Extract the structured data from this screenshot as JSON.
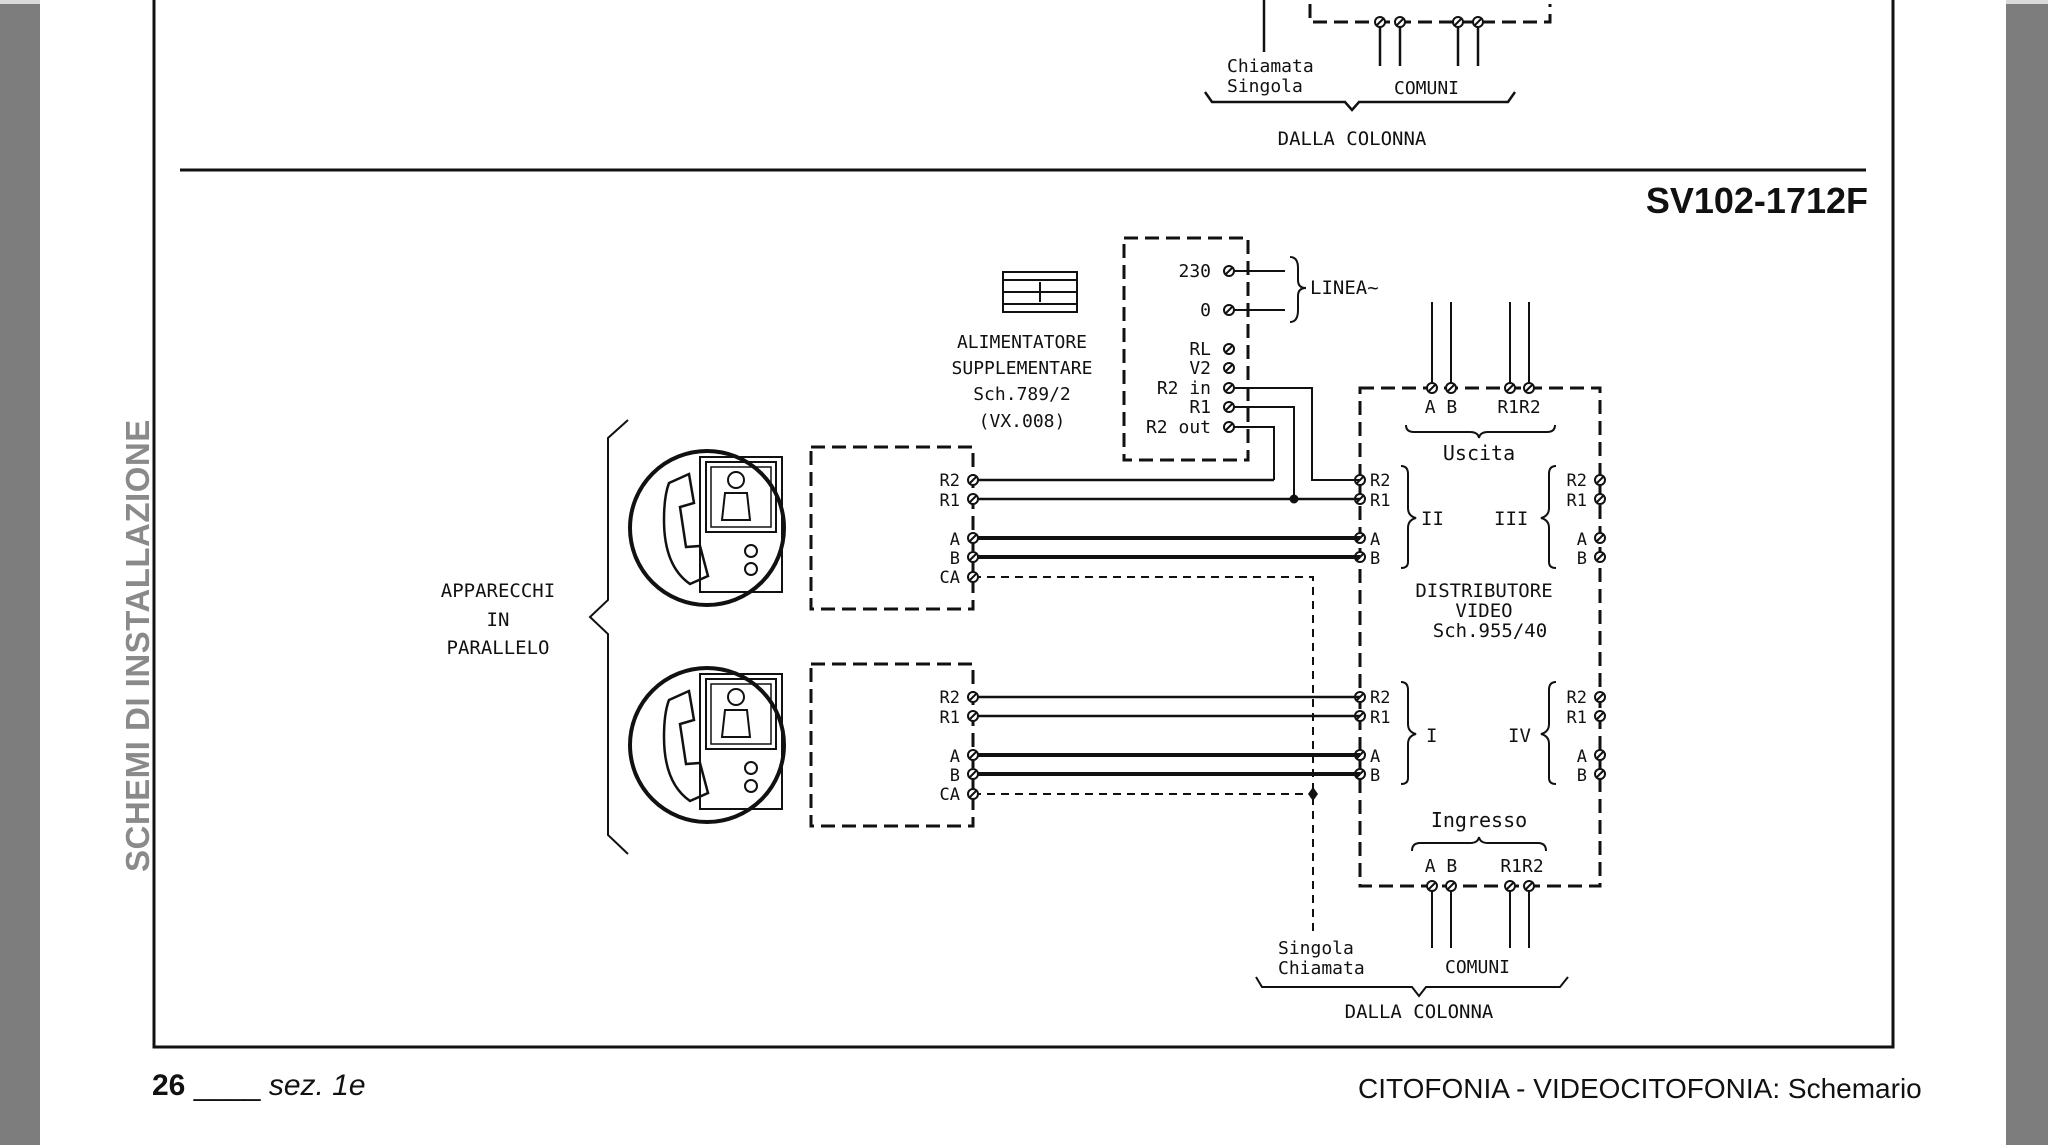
{
  "top_fragment": {
    "labels": [
      "Chiamata",
      "Singola",
      "COMUNI",
      "DALLA COLONNA"
    ]
  },
  "schema_code": "SV102-1712F",
  "supply": {
    "terminals": [
      "230",
      "0",
      "RL",
      "V2",
      "R2 in",
      "R1",
      "R2 out"
    ],
    "linea_label": "LINEA~",
    "caption": [
      "ALIMENTATORE",
      "SUPPLEMENTARE",
      "Sch.789/2",
      "(VX.008)"
    ]
  },
  "distributor": {
    "top_label": "Uscita",
    "bottom_label": "Ingresso",
    "caption": [
      "DISTRIBUTORE",
      "VIDEO",
      "Sch.955/40"
    ],
    "ports": [
      "I",
      "II",
      "III",
      "IV"
    ],
    "terminal_left": [
      "R2",
      "R1",
      "A",
      "B"
    ],
    "top_terminals": [
      "A",
      "B",
      "R1",
      "R2"
    ]
  },
  "devices": {
    "group_label": [
      "APPARECCHI",
      "IN",
      "PARALLELO"
    ],
    "terminals": [
      "R2",
      "R1",
      "A",
      "B",
      "CA"
    ]
  },
  "bottom": {
    "singola_chiamata": [
      "Singola",
      "Chiamata"
    ],
    "comuni": "COMUNI",
    "dalla_colonna": "DALLA COLONNA"
  },
  "side_label": "SCHEMI DI INSTALLAZIONE",
  "footer": {
    "page_number": "26",
    "section": "sez. 1e",
    "title": "CITOFONIA - VIDEOCITOFONIA: Schemario"
  }
}
